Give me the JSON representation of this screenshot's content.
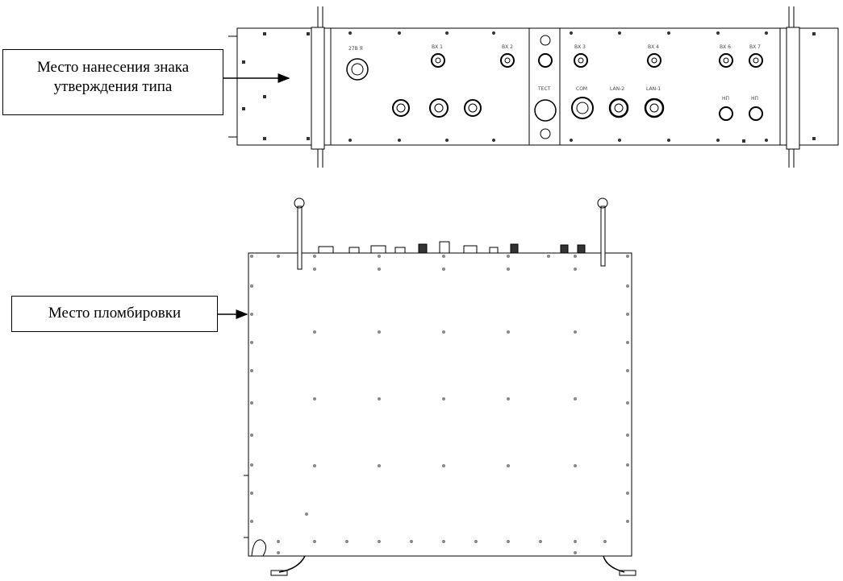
{
  "callouts": {
    "type_approval_mark": {
      "line1": "Место нанесения знака",
      "line2": "утверждения типа"
    },
    "seal_place": {
      "text": "Место пломбировки"
    }
  },
  "front_panel": {
    "connector_labels": [
      "27В Я",
      "ВХ 1",
      "ВХ 2",
      "ВХ 3",
      "ВХ 4",
      "ВХ 6",
      "ВХ 7",
      "ТЕСТ",
      "COM",
      "LAN-2",
      "LAN-1",
      "НП",
      "НП"
    ]
  },
  "colors": {
    "line": "#000000",
    "fill": "#ffffff"
  }
}
